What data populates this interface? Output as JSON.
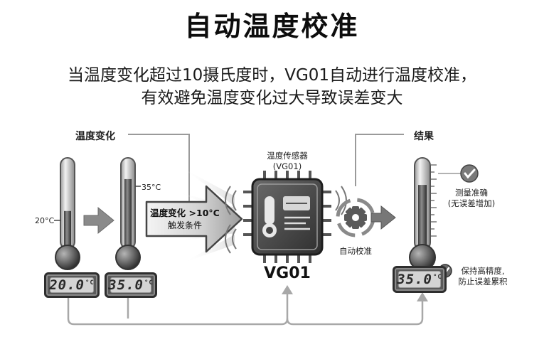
{
  "title": "自动温度校准",
  "subtitle_line1": "当温度变化超过10摄氏度时，VG01自动进行温度校准，",
  "subtitle_line2": "有效避免温度变化过大导致误差变大",
  "section_temp_change": "温度变化",
  "section_result": "结果",
  "thermo_left_tick": "20°C",
  "thermo_mid_tick": "35°C",
  "display_left": {
    "value": "20.0",
    "unit": "°C"
  },
  "display_mid": {
    "value": "35.0",
    "unit": "°C"
  },
  "display_right": {
    "value": "35.0",
    "unit": "°C"
  },
  "trigger_line1": "温度变化 >10°C",
  "trigger_line2": "触发条件",
  "sensor_label_line1": "温度传感器",
  "sensor_label_line2": "(VG01)",
  "sensor_name": "VG01",
  "calibrate_label": "自动校准",
  "result_note1_line1": "测量准确",
  "result_note1_line2": "(无误差增加)",
  "result_note2_line1": "保持高精度,",
  "result_note2_line2": "防止误差累积",
  "thermometer_levels": {
    "left": 0.45,
    "mid": 0.78,
    "right": 0.72
  },
  "icons": [
    "thermometer-icon",
    "arrow-right-icon",
    "chip-icon",
    "gear-icon",
    "check-icon",
    "signal-wave-icon"
  ],
  "colors": {
    "ink": "#111111",
    "gray": "#6e6e6e",
    "light": "#d9d9d9"
  }
}
